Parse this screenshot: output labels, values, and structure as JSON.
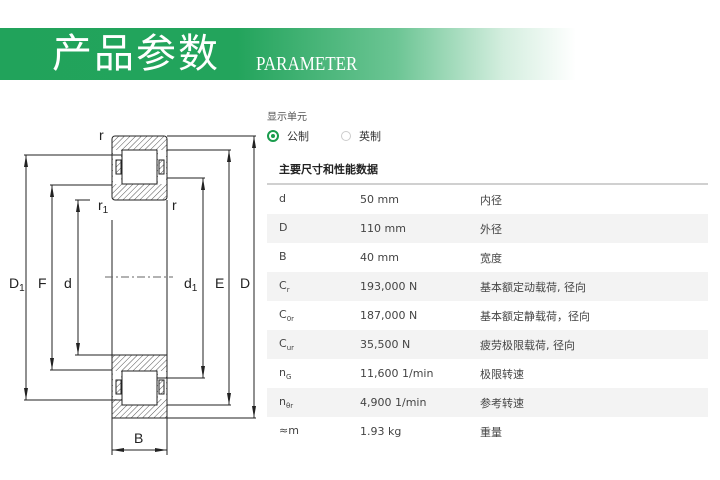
{
  "banner": {
    "title": "产品参数",
    "subtitle": "PARAMETER",
    "color": "#21a35b"
  },
  "drawing": {
    "labels": {
      "r_top": "r",
      "r1": "r",
      "r1_sub": "1",
      "r_right": "r",
      "D1": "D",
      "D1_sub": "1",
      "F": "F",
      "d": "d",
      "d1": "d",
      "d1_sub": "1",
      "E": "E",
      "D": "D",
      "B": "B"
    }
  },
  "units": {
    "label": "显示单元",
    "options": [
      {
        "label": "公制",
        "selected": true
      },
      {
        "label": "英制",
        "selected": false
      }
    ]
  },
  "section_title": "主要尺寸和性能数据",
  "rows": [
    {
      "sym": "d",
      "sub": "",
      "value": "50 mm",
      "desc": "内径"
    },
    {
      "sym": "D",
      "sub": "",
      "value": "110 mm",
      "desc": "外径"
    },
    {
      "sym": "B",
      "sub": "",
      "value": "40 mm",
      "desc": "宽度"
    },
    {
      "sym": "C",
      "sub": "r",
      "value": "193,000 N",
      "desc": "基本额定动载荷, 径向"
    },
    {
      "sym": "C",
      "sub": "0r",
      "value": "187,000 N",
      "desc": "基本额定静载荷，径向"
    },
    {
      "sym": "C",
      "sub": "ur",
      "value": "35,500 N",
      "desc": "疲劳极限载荷, 径向"
    },
    {
      "sym": "n",
      "sub": "G",
      "value": "11,600 1/min",
      "desc": "极限转速"
    },
    {
      "sym": "n",
      "sub": "θr",
      "value": "4,900 1/min",
      "desc": "参考转速"
    },
    {
      "sym": "≈m",
      "sub": "",
      "value": "1.93 kg",
      "desc": "重量"
    }
  ]
}
